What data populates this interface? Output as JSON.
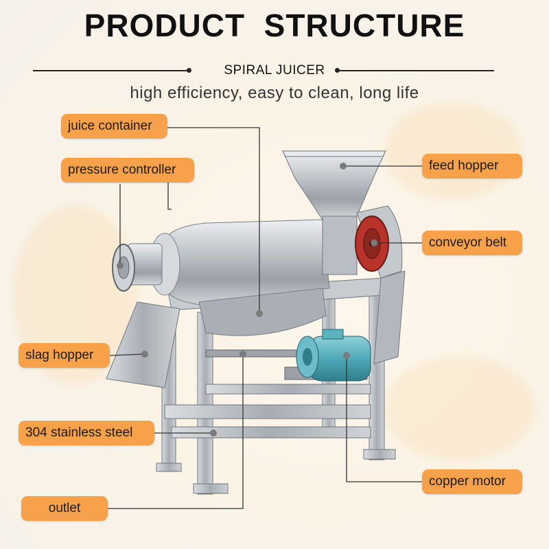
{
  "header": {
    "title": "PRODUCT  STRUCTURE",
    "subtitle": "SPIRAL JUICER",
    "tagline": "high efficiency, easy to clean, long life"
  },
  "labels": {
    "juice_container": "juice container",
    "pressure_controller": "pressure controller",
    "feed_hopper": "feed hopper",
    "conveyor_belt": "conveyor belt",
    "slag_hopper": "slag hopper",
    "stainless_steel": "304 stainless steel",
    "copper_motor": "copper motor",
    "outlet": "outlet"
  },
  "colors": {
    "label_bg": "#f7a24a",
    "steel": "#b9bec4",
    "motor": "#4fa9b8",
    "pulley": "#b8342a"
  }
}
